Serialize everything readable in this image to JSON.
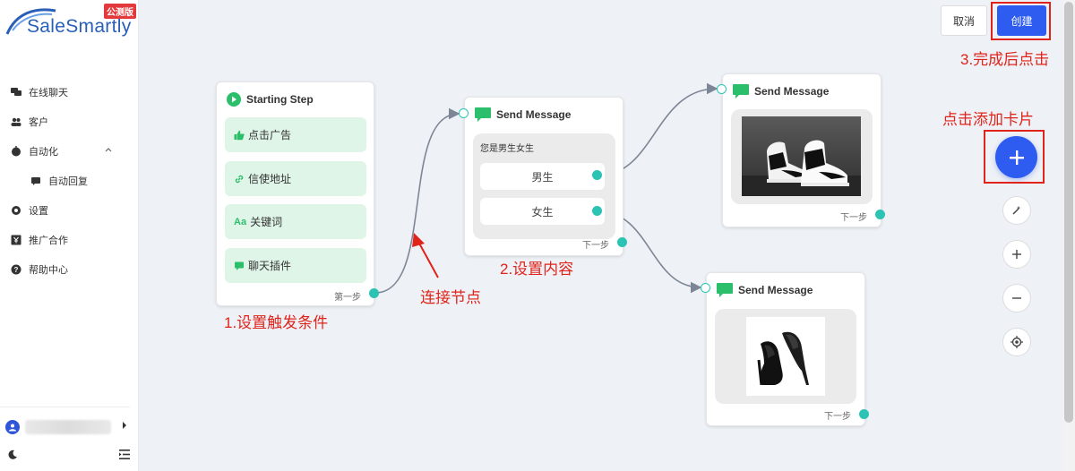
{
  "logo": {
    "text": "SaleSmartly",
    "badge": "公测版"
  },
  "sidebar": {
    "items": [
      {
        "label": "在线聊天",
        "icon": "chat-icon"
      },
      {
        "label": "客户",
        "icon": "customers-icon"
      },
      {
        "label": "自动化",
        "icon": "robot-icon"
      },
      {
        "label": "自动回复",
        "icon": "message-icon"
      },
      {
        "label": "设置",
        "icon": "gear-icon"
      },
      {
        "label": "推广合作",
        "icon": "promo-icon"
      },
      {
        "label": "帮助中心",
        "icon": "help-icon"
      }
    ]
  },
  "toolbar": {
    "cancel_label": "取消",
    "create_label": "创建"
  },
  "nodes": {
    "start": {
      "title": "Starting Step",
      "triggers": [
        "点击广告",
        "信使地址",
        "关键词",
        "聊天插件"
      ],
      "trigger_prefix_text": "Aa",
      "step_label": "第一步"
    },
    "send1": {
      "title": "Send Message",
      "question": "您是男生女生",
      "options": [
        "男生",
        "女生"
      ],
      "step_label": "下一步"
    },
    "send2": {
      "title": "Send Message",
      "step_label": "下一步",
      "image": "sneaker-image"
    },
    "send3": {
      "title": "Send Message",
      "step_label": "下一步",
      "image": "high-heels-image"
    }
  },
  "annotations": {
    "step1": "1.设置触发条件",
    "connect": "连接节点",
    "step2": "2.设置内容",
    "step3": "3.完成后点击",
    "add_card": "点击添加卡片"
  },
  "colors": {
    "brand_blue": "#2e5cf0",
    "node_green": "#2cbf6b",
    "connector_teal": "#2bc3b4",
    "annotation_red": "#e0241b"
  }
}
